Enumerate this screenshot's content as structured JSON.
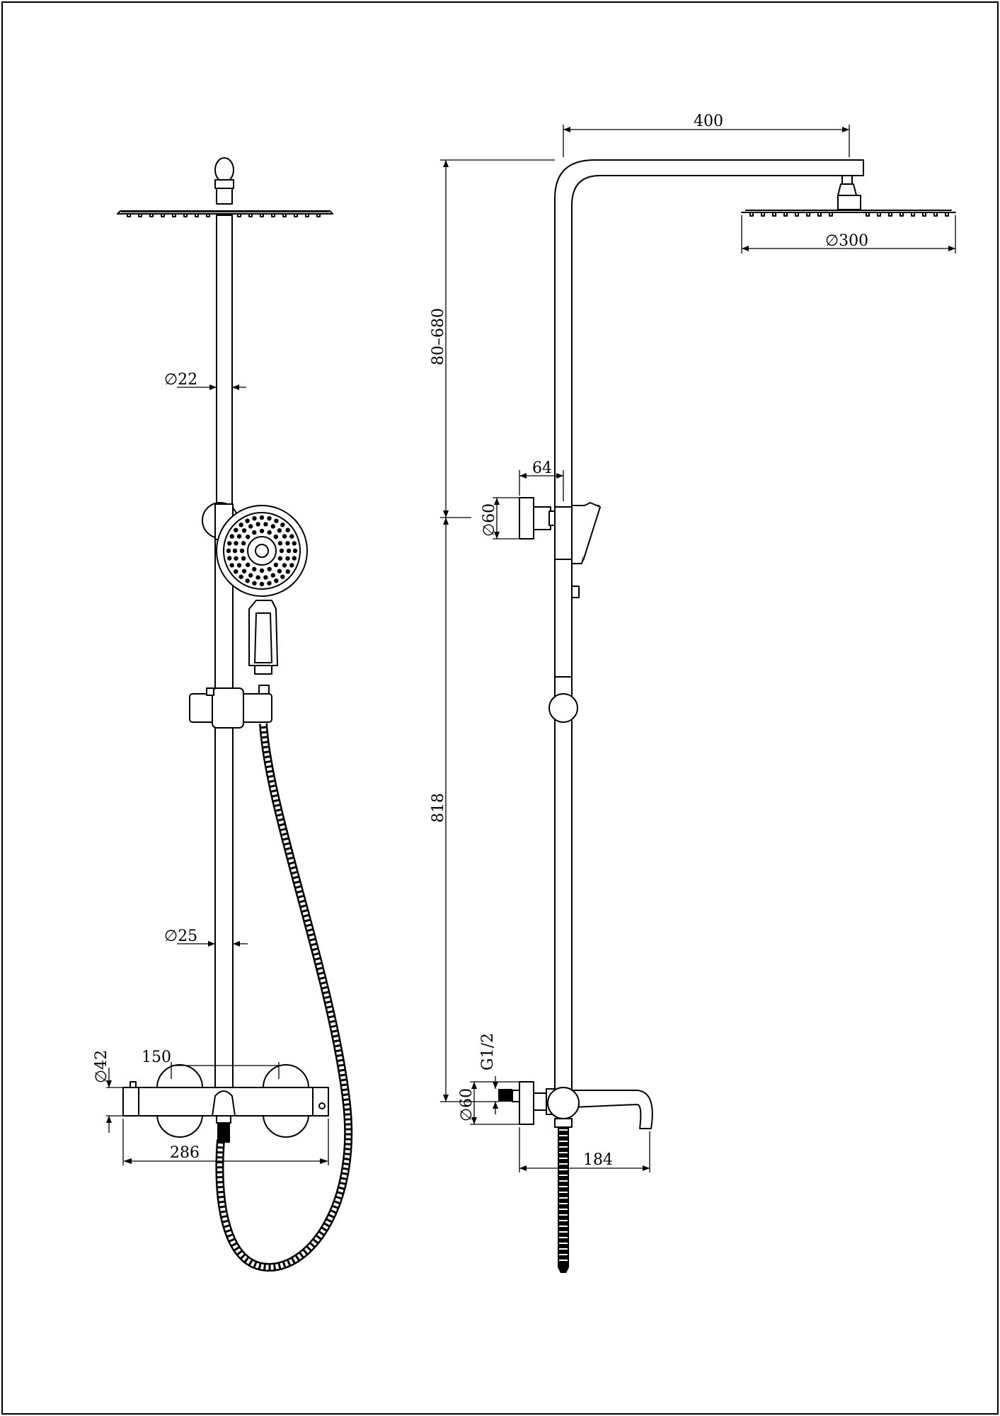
{
  "front_view": {
    "dim_rail_upper": "∅22",
    "dim_rail_lower": "∅25",
    "dim_mixer_diameter": "∅42",
    "dim_mixer_centers": "150",
    "dim_mixer_width": "286"
  },
  "side_view": {
    "dim_arm_length": "400",
    "dim_rain_head": "∅300",
    "dim_upper_height": "80–680",
    "dim_bracket_depth": "64",
    "dim_bracket_diameter": "∅60",
    "dim_lower_height": "818",
    "dim_thread": "G1/2",
    "dim_inlet_diameter": "∅60",
    "dim_spout_length": "184"
  }
}
